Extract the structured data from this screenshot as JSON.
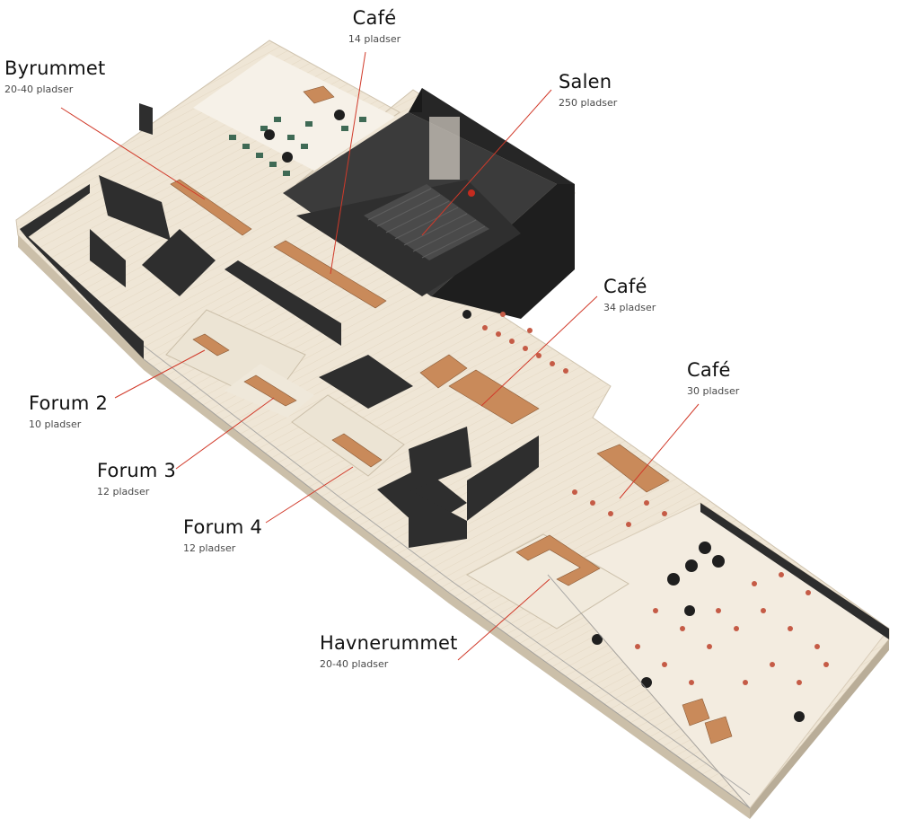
{
  "accent_color": "#d13a2a",
  "rooms": [
    {
      "key": "byrummet",
      "name": "Byrummet",
      "capacity": "20-40 pladser"
    },
    {
      "key": "cafe_top",
      "name": "Café",
      "capacity": "14 pladser"
    },
    {
      "key": "salen",
      "name": "Salen",
      "capacity": "250 pladser"
    },
    {
      "key": "cafe_mid",
      "name": "Café",
      "capacity": "34 pladser"
    },
    {
      "key": "cafe_right",
      "name": "Café",
      "capacity": "30 pladser"
    },
    {
      "key": "forum2",
      "name": "Forum 2",
      "capacity": "10 pladser"
    },
    {
      "key": "forum3",
      "name": "Forum 3",
      "capacity": "12 pladser"
    },
    {
      "key": "forum4",
      "name": "Forum 4",
      "capacity": "12 pladser"
    },
    {
      "key": "havnerummet",
      "name": "Havnerummet",
      "capacity": "20-40 pladser"
    }
  ]
}
